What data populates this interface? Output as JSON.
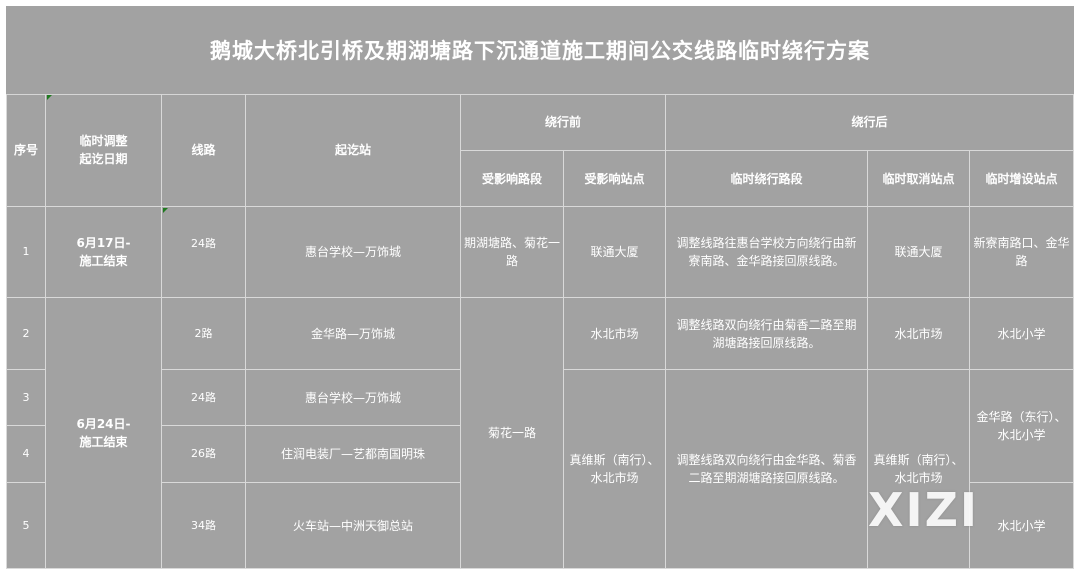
{
  "title": "鹅城大桥北引桥及期湖塘路下沉通道施工期间公交线路临时绕行方案",
  "headers": {
    "seq": "序号",
    "date_line1": "临时调整",
    "date_line2": "起讫日期",
    "line": "线路",
    "stations": "起讫站",
    "before": "绕行前",
    "after": "绕行后",
    "affected_section": "受影响路段",
    "affected_stops": "受影响站点",
    "detour_section": "临时绕行路段",
    "cancelled_stops": "临时取消站点",
    "added_stops": "临时增设站点"
  },
  "rows": [
    {
      "seq": "1",
      "line": "24路",
      "stations": "惠台学校—万饰城"
    },
    {
      "seq": "2",
      "line": "2路",
      "stations": "金华路—万饰城"
    },
    {
      "seq": "3",
      "line": "24路",
      "stations": "惠台学校—万饰城"
    },
    {
      "seq": "4",
      "line": "26路",
      "stations": "住润电装厂—艺都南国明珠"
    },
    {
      "seq": "5",
      "line": "34路",
      "stations": "火车站—中洲天御总站"
    }
  ],
  "merged": {
    "date_a1": "6月17日-",
    "date_a2": "施工结束",
    "date_b1": "6月24日-",
    "date_b2": "施工结束",
    "section_a": "期湖塘路、菊花一路",
    "section_b": "菊花一路",
    "stop_a": "联通大厦",
    "stop_b": "水北市场",
    "stop_c": "真维斯（南行）、水北市场",
    "detour_a": "调整线路往惠台学校方向绕行由新寮南路、金华路接回原线路。",
    "detour_b": "调整线路双向绕行由菊香二路至期湖塘路接回原线路。",
    "detour_c": "调整线路双向绕行由金华路、菊香二路至期湖塘路接回原线路。",
    "cancel_a": "联通大厦",
    "cancel_b": "水北市场",
    "cancel_c": "真维斯（南行）、水北市场",
    "add_a": "新寮南路口、金华路",
    "add_b": "水北小学",
    "add_c": "金华路（东行）、水北小学",
    "add_d": "水北小学"
  },
  "watermark": "XIZI",
  "colors": {
    "cell_bg": "#a2a2a2",
    "grid": "#d9d9d9",
    "text": "#ffffff"
  }
}
